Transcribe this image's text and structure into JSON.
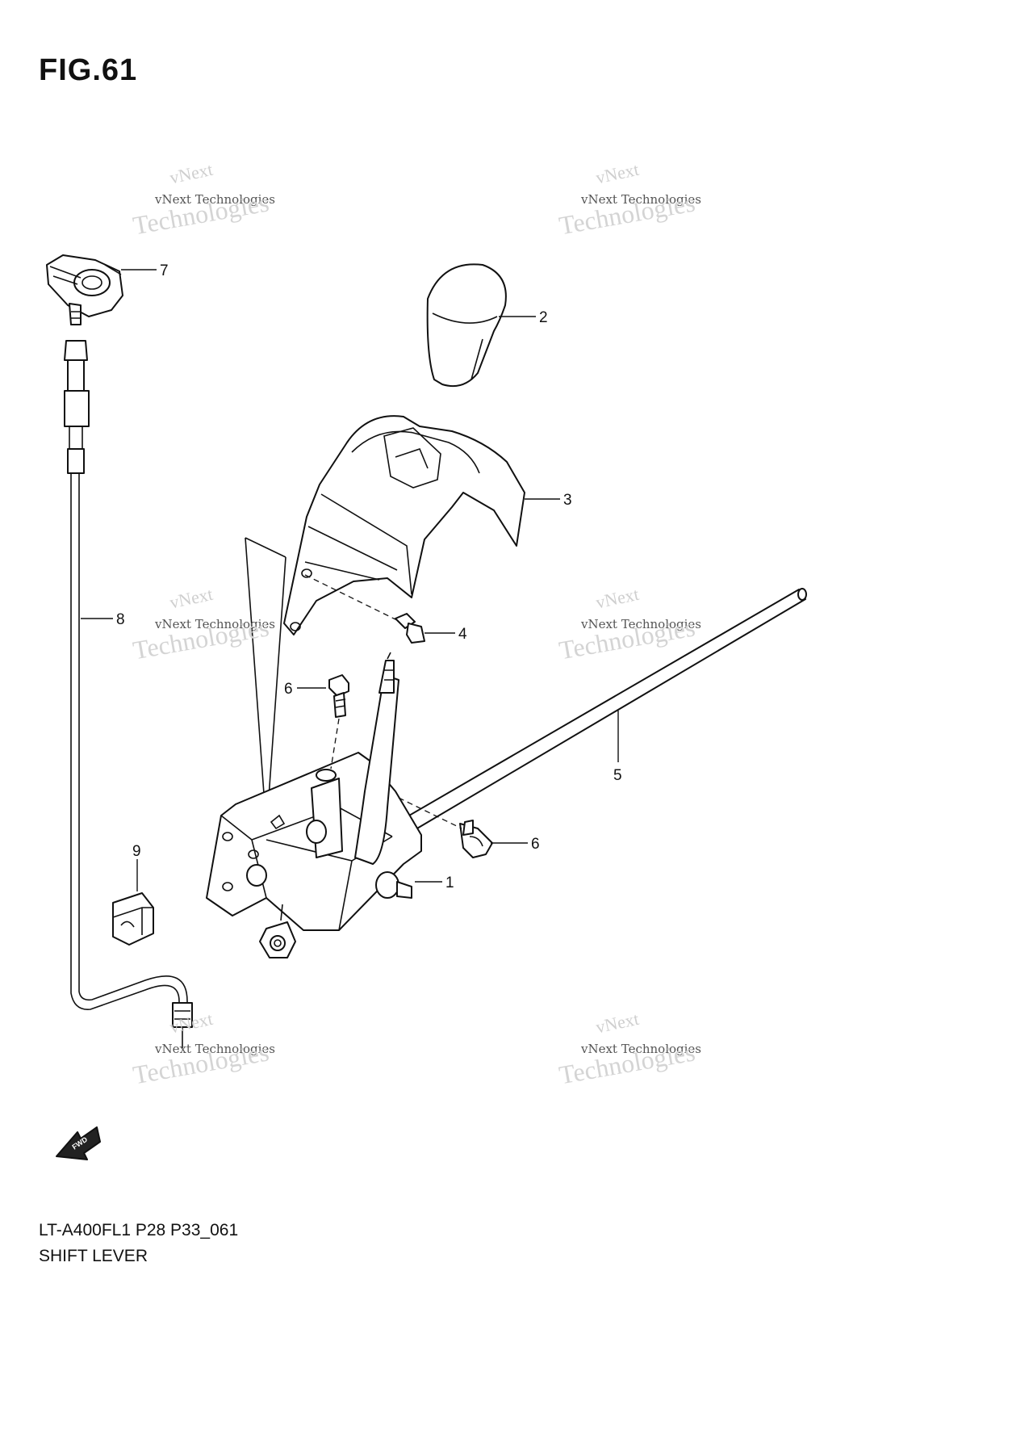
{
  "figure": {
    "title": "FIG.61",
    "model_code": "LT-A400FL1 P28 P33_061",
    "name": "SHIFT LEVER"
  },
  "watermark": {
    "line1": "vNext",
    "line2": "vNext Technologies",
    "line3": "Technologies"
  },
  "callouts": {
    "c1": "1",
    "c2": "2",
    "c3": "3",
    "c4": "4",
    "c5": "5",
    "c6a": "6",
    "c6b": "6",
    "c7": "7",
    "c8": "8",
    "c9": "9"
  },
  "fwd_label": "FWD",
  "icons": {
    "fwd": "fwd-arrow-icon"
  }
}
